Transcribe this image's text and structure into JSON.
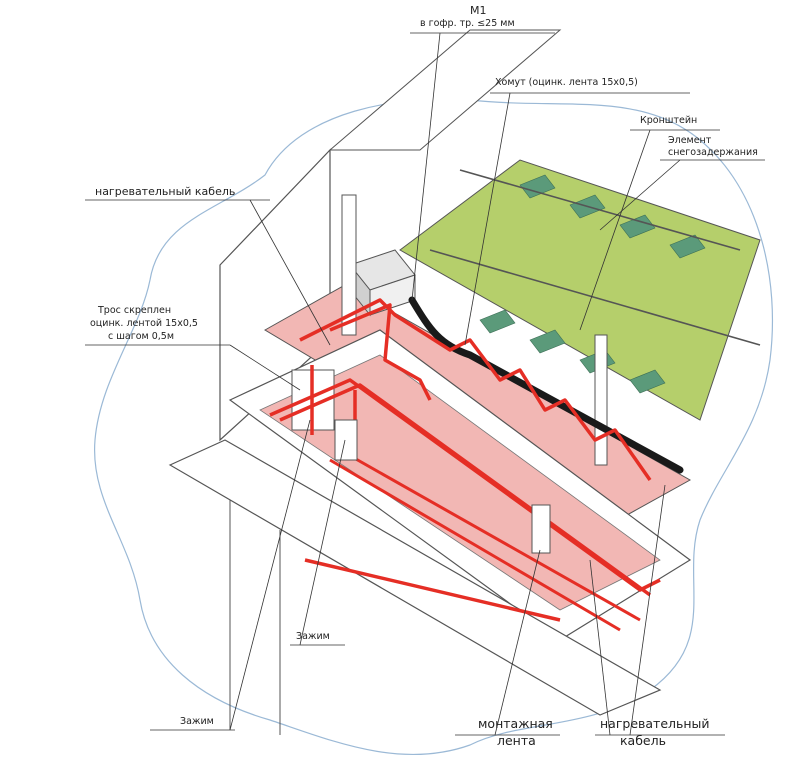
{
  "diagram": {
    "labels": {
      "m1": "M1",
      "m1_sub": "в гофр. тр. ≤25 мм",
      "clamp_band": "Хомут (оцинк. лента 15х0,5)",
      "bracket": "Кронштейн",
      "snow_element_1": "Элемент",
      "snow_element_2": "снегозадержания",
      "heating_cable_top": "нагревательный кабель",
      "rope_1": "Трос скреплен",
      "rope_2": "оцинк. лентой 15х0,5",
      "rope_3": "с шагом 0,5м",
      "clip_1": "Зажим",
      "clip_2": "Зажим",
      "mount_tape_1": "монтажная",
      "mount_tape_2": "лента",
      "heating_cable_bottom_1": "нагревательный",
      "heating_cable_bottom_2": "кабель"
    },
    "colors": {
      "roof_green": "#b5cf6b",
      "snow_guard": "#5b9a7a",
      "heat_zone": "#f2b7b4",
      "cable": "#e52e25",
      "outline": "#555555",
      "blob_outline": "#9bb9d6"
    }
  }
}
